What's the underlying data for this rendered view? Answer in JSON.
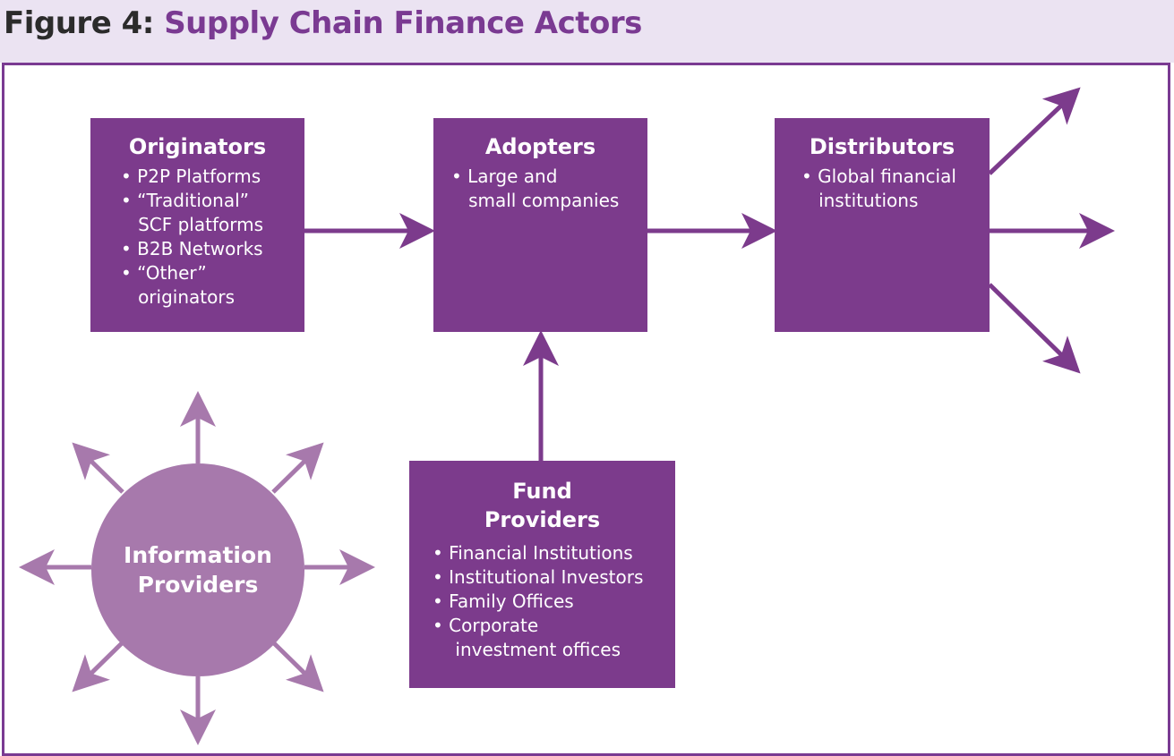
{
  "figure": {
    "prefix": "Figure 4:",
    "title": "Supply Chain Finance Actors"
  },
  "colors": {
    "box": "#7c3b8c",
    "circle": "#a779ac",
    "arrow_main": "#7c3b8c",
    "arrow_info": "#a779ac",
    "title_accent": "#7a3a92",
    "header_bg": "#ebe3f2"
  },
  "nodes": {
    "originators": {
      "title": "Originators",
      "items": [
        "• P2P Platforms",
        "• “Traditional”",
        "   SCF platforms",
        "• B2B Networks",
        "• “Other”",
        "   originators"
      ]
    },
    "adopters": {
      "title": "Adopters",
      "items": [
        "• Large and",
        "   small companies"
      ]
    },
    "distributors": {
      "title": "Distributors",
      "items": [
        "• Global financial",
        "   institutions"
      ]
    },
    "fund_providers": {
      "title_line1": "Fund",
      "title_line2": "Providers",
      "items": [
        "• Financial Institutions",
        "• Institutional Investors",
        "• Family Offices",
        "• Corporate",
        "    investment offices"
      ]
    },
    "information_providers": {
      "line1": "Information",
      "line2": "Providers"
    }
  }
}
